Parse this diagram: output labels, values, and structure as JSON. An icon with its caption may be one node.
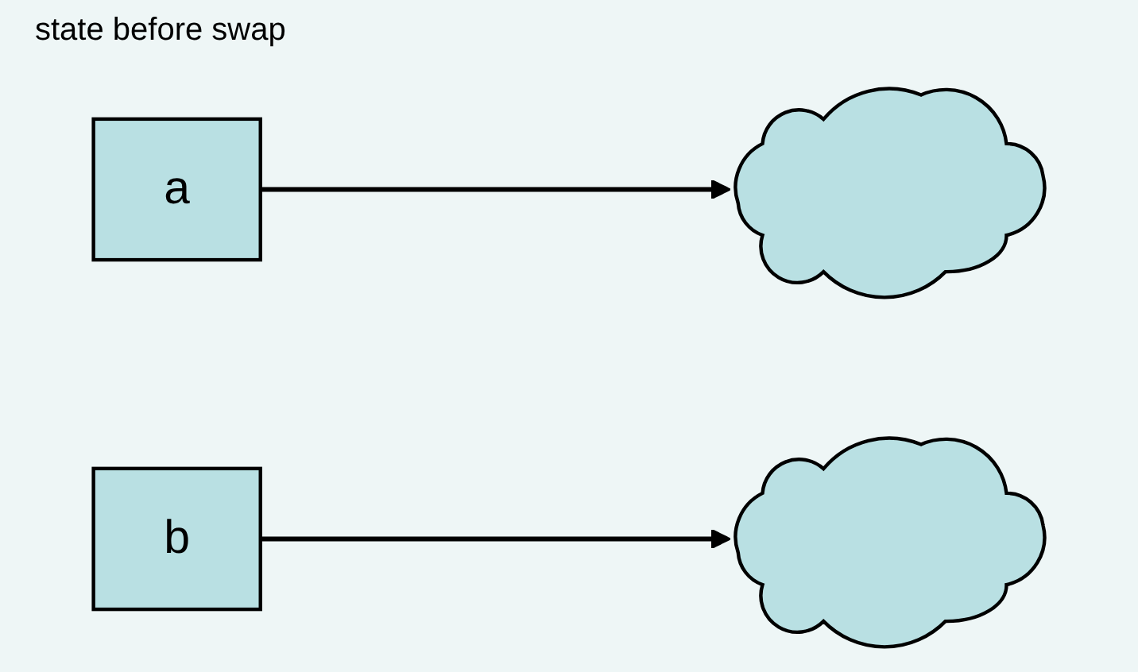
{
  "diagram": {
    "title": "state before swap",
    "nodes": [
      {
        "text": [
          "a"
        ]
      },
      {
        "text": [
          "b"
        ]
      },
      {
        "text": [],
        "shape": "cloud"
      },
      {
        "text": [],
        "shape": "cloud"
      }
    ],
    "edges": [
      {
        "from": 0,
        "to": 2,
        "arrow": "to"
      },
      {
        "from": 1,
        "to": 3,
        "arrow": "to"
      }
    ]
  }
}
